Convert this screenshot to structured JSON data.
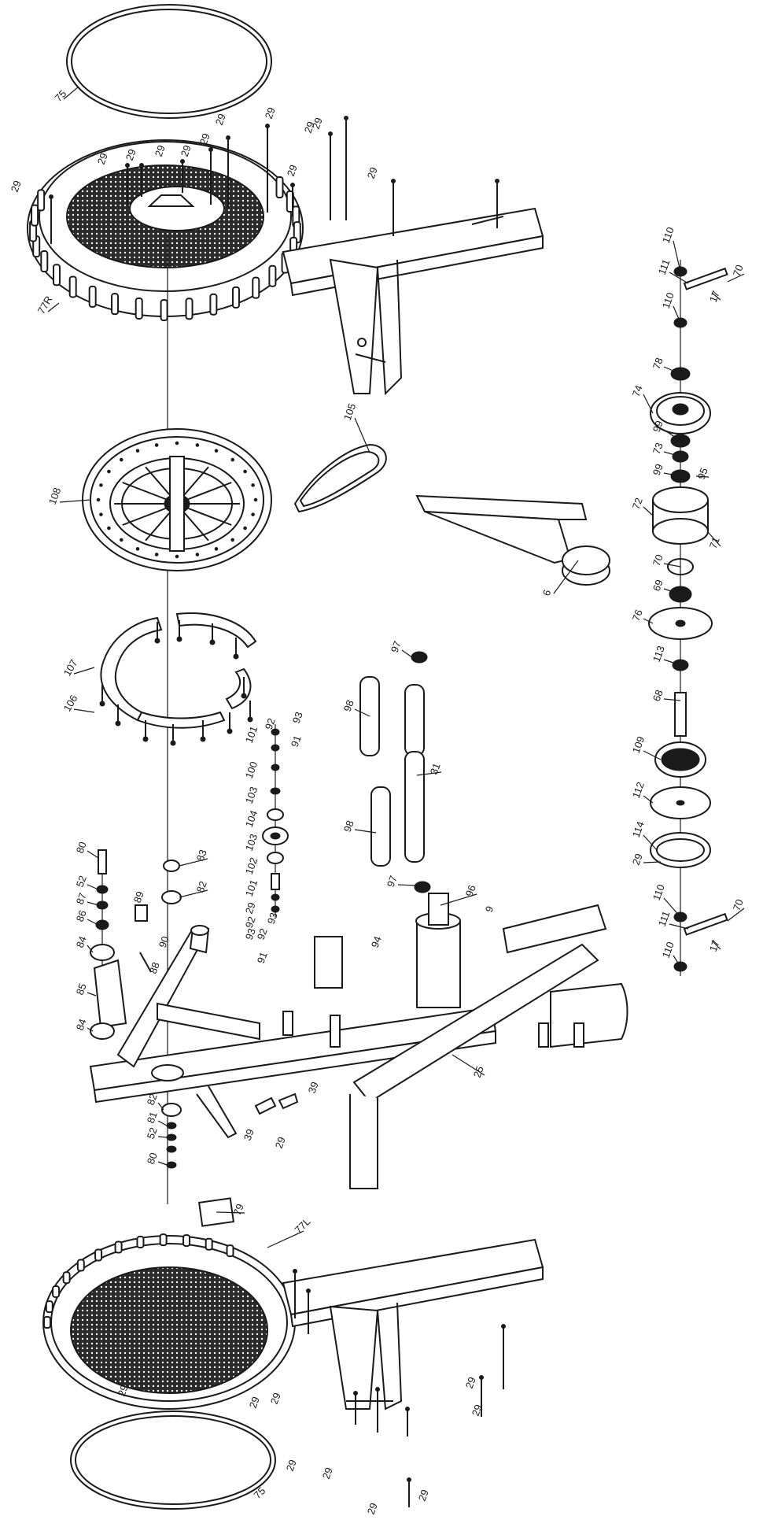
{
  "labels": [
    {
      "id": "L1",
      "text": "75"
    },
    {
      "id": "L2",
      "text": "29"
    },
    {
      "id": "L3",
      "text": "29"
    },
    {
      "id": "L4",
      "text": "29"
    },
    {
      "id": "L5",
      "text": "29"
    },
    {
      "id": "L6",
      "text": "29"
    },
    {
      "id": "L7",
      "text": "29"
    },
    {
      "id": "L8",
      "text": "29"
    },
    {
      "id": "L9",
      "text": "29"
    },
    {
      "id": "L10",
      "text": "29"
    },
    {
      "id": "L11",
      "text": "29"
    },
    {
      "id": "L12",
      "text": "29"
    },
    {
      "id": "L13",
      "text": "29"
    },
    {
      "id": "L14",
      "text": "77R"
    },
    {
      "id": "L15",
      "text": "105"
    },
    {
      "id": "L16",
      "text": "108"
    },
    {
      "id": "L17",
      "text": "6"
    },
    {
      "id": "L18",
      "text": "107"
    },
    {
      "id": "L19",
      "text": "106"
    },
    {
      "id": "L20",
      "text": "110"
    },
    {
      "id": "L21",
      "text": "111"
    },
    {
      "id": "L22",
      "text": "110"
    },
    {
      "id": "L23",
      "text": "17"
    },
    {
      "id": "L24",
      "text": "70"
    },
    {
      "id": "L25",
      "text": "78"
    },
    {
      "id": "L26",
      "text": "74"
    },
    {
      "id": "L27",
      "text": "99"
    },
    {
      "id": "L28",
      "text": "73"
    },
    {
      "id": "L29",
      "text": "99"
    },
    {
      "id": "L30",
      "text": "95"
    },
    {
      "id": "L31",
      "text": "72"
    },
    {
      "id": "L32",
      "text": "71"
    },
    {
      "id": "L33",
      "text": "70"
    },
    {
      "id": "L34",
      "text": "69"
    },
    {
      "id": "L35",
      "text": "76"
    },
    {
      "id": "L36",
      "text": "113"
    },
    {
      "id": "L37",
      "text": "68"
    },
    {
      "id": "L38",
      "text": "109"
    },
    {
      "id": "L39",
      "text": "112"
    },
    {
      "id": "L40",
      "text": "114"
    },
    {
      "id": "L41",
      "text": "29"
    },
    {
      "id": "L42",
      "text": "110"
    },
    {
      "id": "L43",
      "text": "111"
    },
    {
      "id": "L44",
      "text": "110"
    },
    {
      "id": "L45",
      "text": "17"
    },
    {
      "id": "L46",
      "text": "70"
    },
    {
      "id": "L47",
      "text": "97"
    },
    {
      "id": "L48",
      "text": "98"
    },
    {
      "id": "L49",
      "text": "31"
    },
    {
      "id": "L50",
      "text": "98"
    },
    {
      "id": "L51",
      "text": "97"
    },
    {
      "id": "L52",
      "text": "93"
    },
    {
      "id": "L53",
      "text": "92"
    },
    {
      "id": "L54",
      "text": "101"
    },
    {
      "id": "L55",
      "text": "91"
    },
    {
      "id": "L56",
      "text": "100"
    },
    {
      "id": "L57",
      "text": "103"
    },
    {
      "id": "L58",
      "text": "104"
    },
    {
      "id": "L59",
      "text": "103"
    },
    {
      "id": "L60",
      "text": "102"
    },
    {
      "id": "L61",
      "text": "101"
    },
    {
      "id": "L62",
      "text": "29"
    },
    {
      "id": "L63",
      "text": "92"
    },
    {
      "id": "L64",
      "text": "93"
    },
    {
      "id": "L65",
      "text": "80"
    },
    {
      "id": "L66",
      "text": "52"
    },
    {
      "id": "L67",
      "text": "87"
    },
    {
      "id": "L68",
      "text": "86"
    },
    {
      "id": "L69",
      "text": "84"
    },
    {
      "id": "L70",
      "text": "89"
    },
    {
      "id": "L71",
      "text": "90"
    },
    {
      "id": "L72",
      "text": "88"
    },
    {
      "id": "L73",
      "text": "85"
    },
    {
      "id": "L74",
      "text": "84"
    },
    {
      "id": "L75",
      "text": "83"
    },
    {
      "id": "L76",
      "text": "82"
    },
    {
      "id": "L77",
      "text": "96"
    },
    {
      "id": "L78",
      "text": "9"
    },
    {
      "id": "L79",
      "text": "93"
    },
    {
      "id": "L80",
      "text": "92"
    },
    {
      "id": "L81",
      "text": "91"
    },
    {
      "id": "L82",
      "text": "94"
    },
    {
      "id": "L83",
      "text": "25"
    },
    {
      "id": "L84",
      "text": "82"
    },
    {
      "id": "L85",
      "text": "81"
    },
    {
      "id": "L86",
      "text": "52"
    },
    {
      "id": "L87",
      "text": "80"
    },
    {
      "id": "L88",
      "text": "39"
    },
    {
      "id": "L89",
      "text": "39"
    },
    {
      "id": "L90",
      "text": "29"
    },
    {
      "id": "L91",
      "text": "79"
    },
    {
      "id": "L92",
      "text": "77L"
    },
    {
      "id": "L93",
      "text": "29"
    },
    {
      "id": "L94",
      "text": "29"
    },
    {
      "id": "L95",
      "text": "29"
    },
    {
      "id": "L96",
      "text": "29"
    },
    {
      "id": "L97",
      "text": "29"
    },
    {
      "id": "L98",
      "text": "29"
    },
    {
      "id": "L99",
      "text": "29"
    },
    {
      "id": "L100",
      "text": "29"
    },
    {
      "id": "L101",
      "text": "29"
    },
    {
      "id": "L102",
      "text": "75"
    }
  ]
}
